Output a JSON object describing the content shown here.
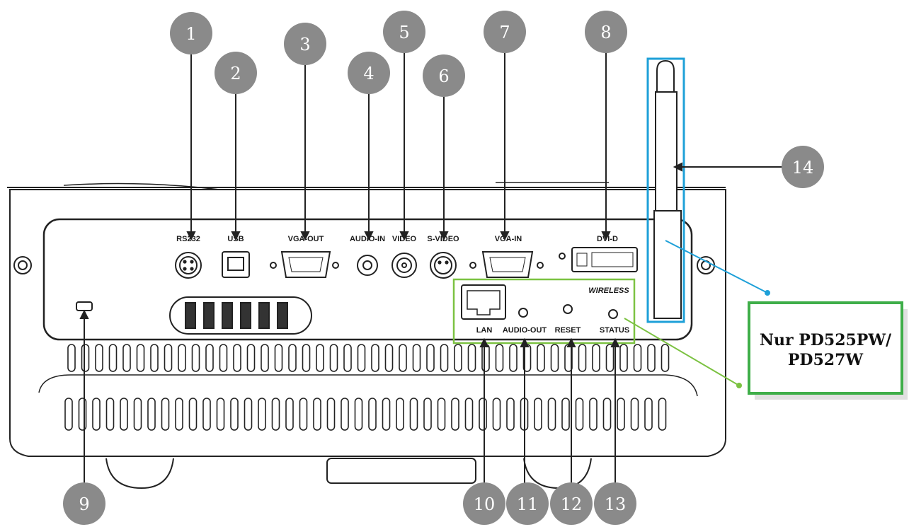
{
  "callouts": [
    {
      "id": "1",
      "label": "1"
    },
    {
      "id": "2",
      "label": "2"
    },
    {
      "id": "3",
      "label": "3"
    },
    {
      "id": "4",
      "label": "4"
    },
    {
      "id": "5",
      "label": "5"
    },
    {
      "id": "6",
      "label": "6"
    },
    {
      "id": "7",
      "label": "7"
    },
    {
      "id": "8",
      "label": "8"
    },
    {
      "id": "9",
      "label": "9"
    },
    {
      "id": "10",
      "label": "10"
    },
    {
      "id": "11",
      "label": "11"
    },
    {
      "id": "12",
      "label": "12"
    },
    {
      "id": "13",
      "label": "13"
    },
    {
      "id": "14",
      "label": "14"
    }
  ],
  "port_labels": {
    "rs232": "RS232",
    "usb": "USB",
    "vga_out": "VGA-OUT",
    "audio_in": "AUDIO-IN",
    "video": "VIDEO",
    "s_video": "S-VIDEO",
    "vga_in": "VGA-IN",
    "dvi_d": "DVI-D",
    "wireless": "WIRELESS",
    "lan": "LAN",
    "audio_out": "AUDIO-OUT",
    "reset": "RESET",
    "status": "STATUS"
  },
  "note": {
    "line1": "Nur PD525PW/",
    "line2": "PD527W"
  },
  "colors": {
    "badge": "#8a8a8a",
    "outline": "#222222",
    "antenna_highlight": "#1ea0d8",
    "wireless_highlight": "#7cc242",
    "note_border": "#3fae49"
  }
}
